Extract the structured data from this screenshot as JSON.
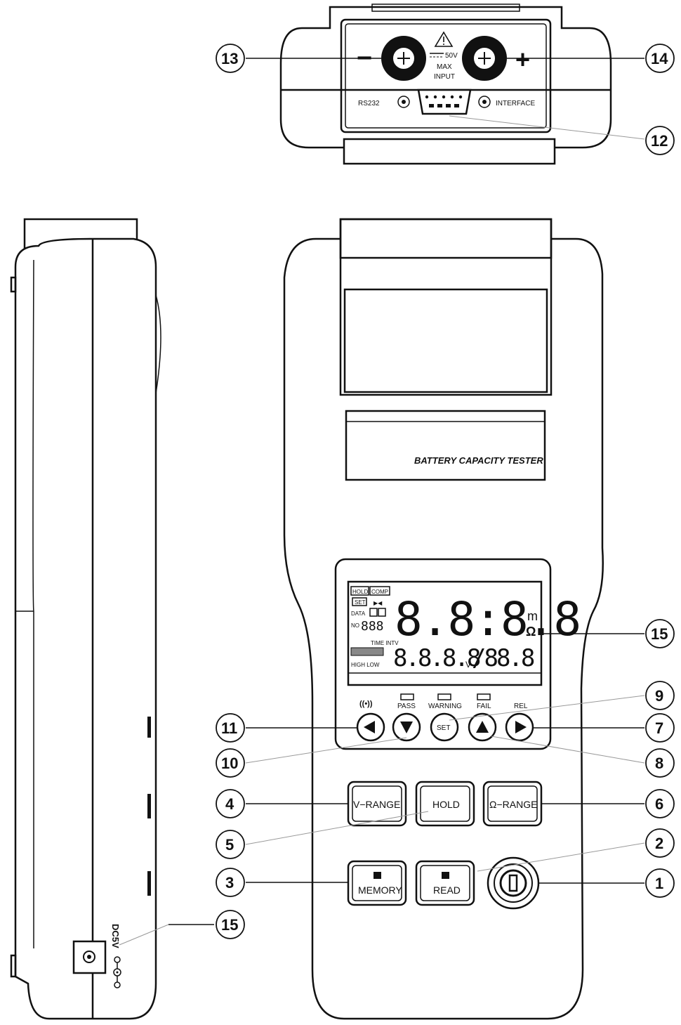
{
  "top_panel": {
    "minus": "−",
    "plus": "+",
    "voltage_line1": "50V",
    "voltage_line2": "MAX",
    "voltage_line3": "INPUT",
    "rs232": "RS232",
    "interface": "INTERFACE"
  },
  "front": {
    "product_label": "BATTERY CAPACITY TESTER",
    "lcd": {
      "hold": "HOLD",
      "comp": "COMP",
      "set": "SET",
      "data": "DATA",
      "no": "NO",
      "time_intv": "TIME INTV",
      "high_low": "HIGH LOW",
      "unit_m": "m",
      "unit_v": "V"
    },
    "indicators": [
      "PASS",
      "WARNING",
      "FAIL"
    ],
    "rel": "REL",
    "set_button": "SET",
    "buttons": {
      "v_range": "V−RANGE",
      "hold": "HOLD",
      "ohm_range": "Ω−RANGE",
      "memory": "MEMORY",
      "read": "READ"
    }
  },
  "side": {
    "dc_label": "DC5V"
  },
  "callouts": {
    "c1": "1",
    "c2": "2",
    "c3": "3",
    "c4": "4",
    "c5": "5",
    "c6": "6",
    "c7": "7",
    "c8": "8",
    "c9": "9",
    "c10": "10",
    "c11": "11",
    "c12": "12",
    "c13": "13",
    "c14": "14",
    "c15a": "15",
    "c15b": "15"
  }
}
